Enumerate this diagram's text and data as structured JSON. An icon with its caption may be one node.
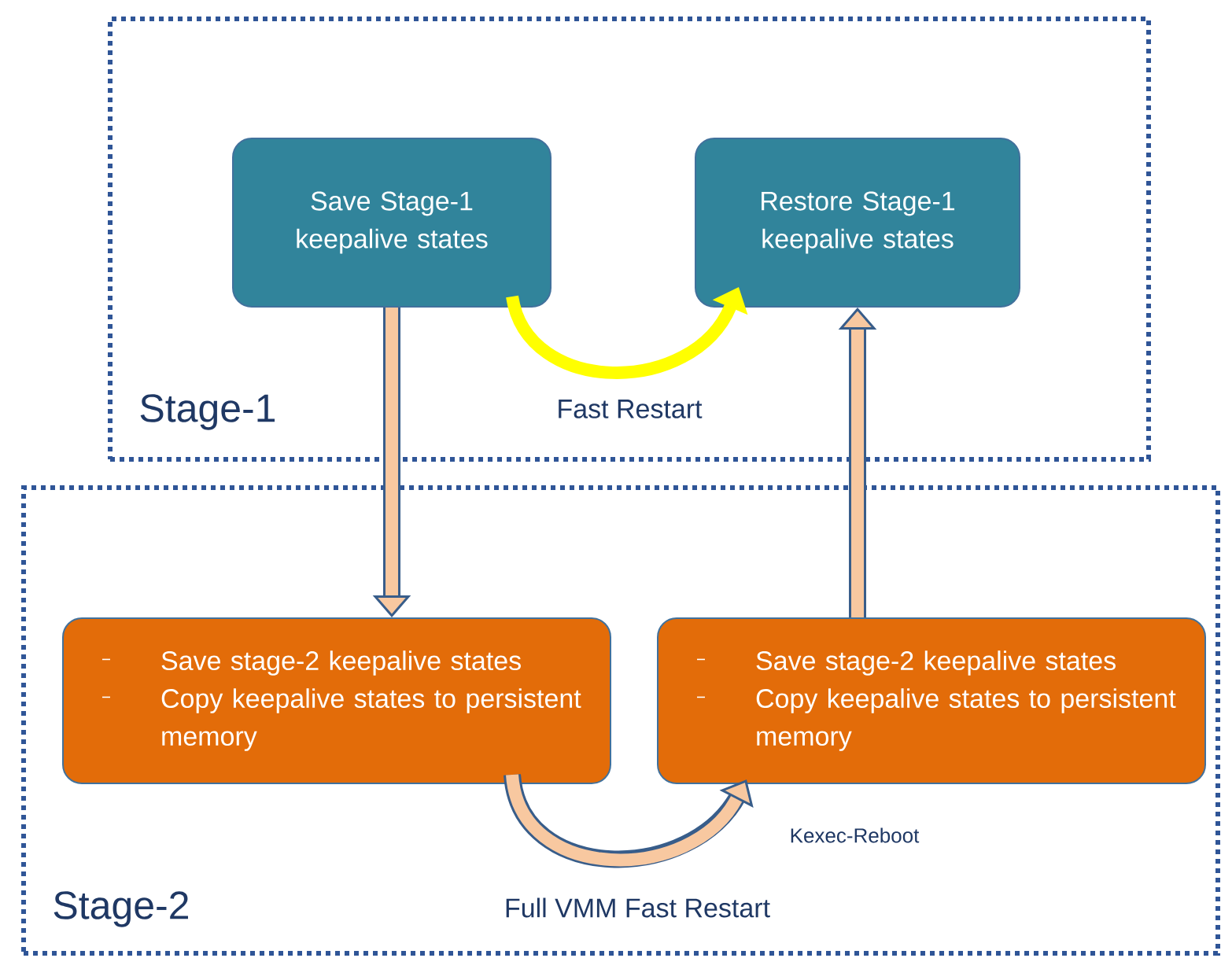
{
  "diagram": {
    "nodes": [
      {
        "text": [
          "Stage-1"
        ]
      },
      {
        "text": [
          "Save Stage-1 keepalive states"
        ],
        "in": 0
      },
      {
        "text": [
          "Restore Stage-1 keepalive states"
        ],
        "in": 0
      },
      {
        "text": [
          "Stage-2"
        ]
      },
      {
        "text": [
          "Save stage-2 keepalive states",
          "Copy keepalive states to persistent memory"
        ],
        "in": 3
      },
      {
        "text": [
          "Save stage-2 keepalive states",
          "Copy keepalive states to persistent memory"
        ],
        "in": 3
      }
    ],
    "edges": [
      {
        "from": 1,
        "to": 2,
        "arrow": "to",
        "color": "#ffff00"
      },
      {
        "from": 1,
        "to": 4,
        "arrow": "to"
      },
      {
        "from": 5,
        "to": 2,
        "arrow": "to"
      },
      {
        "from": 4,
        "to": 5,
        "arrow": "to",
        "label": "Kexec-Reboot"
      }
    ],
    "labels": [
      "Fast Restart",
      "Full VMM Fast Restart"
    ]
  }
}
